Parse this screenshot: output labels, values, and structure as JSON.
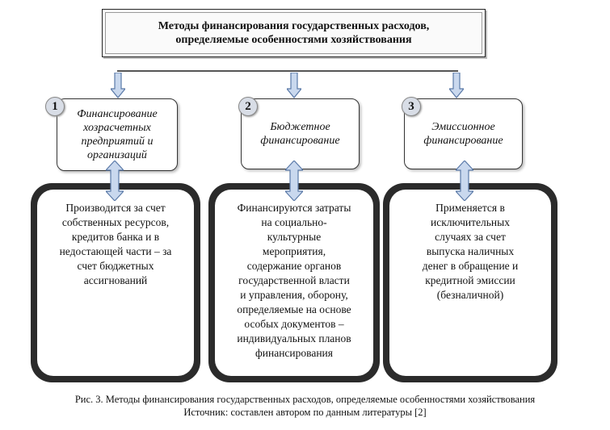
{
  "title": "Методы финансирования государственных расходов,\nопределяемые особенностями хозяйствования",
  "methods": [
    {
      "number": "1",
      "label": "Финансирование\nхозрасчетных\nпредприятий и\nорганизаций",
      "description": "Производится за счет\nсобственных ресурсов,\nкредитов банка и в\nнедостающей части – за\nсчет бюджетных\nассигнований"
    },
    {
      "number": "2",
      "label": "Бюджетное\nфинансирование",
      "description": "Финансируются затраты\nна социально-\nкультурные\nмероприятия,\nсодержание органов\nгосударственной власти\nи управления, оборону,\nопределяемые на основе\nособых документов –\nиндивидуальных планов\nфинансирования"
    },
    {
      "number": "3",
      "label": "Эмиссионное\nфинансирование",
      "description": "Применяется в\nисключительных\nслучаях за счет\nвыпуска наличных\nденег в обращение и\nкредитной эмиссии\n(безналичной)"
    }
  ],
  "caption": "Рис. 3. Методы финансирования государственных расходов, определяемые особенностями хозяйствования",
  "source": "Источник: составлен автором по данным литературы [2]",
  "colors": {
    "arrow_fill": "#c9d8ee",
    "arrow_stroke": "#5b7aa8",
    "frame_dark": "#2b2b2b"
  }
}
